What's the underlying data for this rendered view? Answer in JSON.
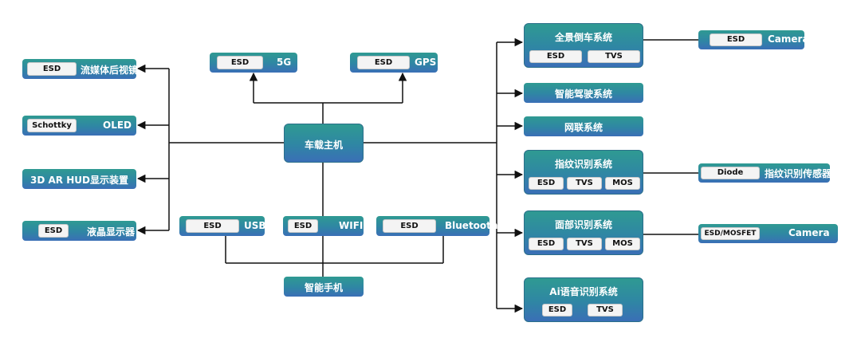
{
  "center": {
    "host": "车载主机",
    "phone": "智能手机"
  },
  "top": [
    {
      "chip": "ESD",
      "label": "5G"
    },
    {
      "chip": "ESD",
      "label": "GPS"
    }
  ],
  "left": [
    {
      "chip": "ESD",
      "label": "流媒体后视镜"
    },
    {
      "chip": "Schottky",
      "label": "OLED"
    },
    {
      "label": "3D AR HUD显示装置"
    },
    {
      "chip": "ESD",
      "label": "液晶显示器"
    }
  ],
  "bottom": [
    {
      "chip": "ESD",
      "label": "USB"
    },
    {
      "chip": "ESD",
      "label": "WIFI"
    },
    {
      "chip": "ESD",
      "label": "Bluetooth"
    }
  ],
  "right": [
    {
      "title": "全景倒车系统",
      "chips": [
        "ESD",
        "TVS"
      ]
    },
    {
      "title": "智能驾驶系统"
    },
    {
      "title": "网联系统"
    },
    {
      "title": "指纹识别系统",
      "chips": [
        "ESD",
        "TVS",
        "MOS"
      ]
    },
    {
      "title": "面部识别系统",
      "chips": [
        "ESD",
        "TVS",
        "MOS"
      ]
    },
    {
      "title": "Ai语音识别系统",
      "chips": [
        "ESD",
        "TVS"
      ]
    }
  ],
  "far_right": [
    {
      "chip": "ESD",
      "label": "Camera"
    },
    {
      "chip": "Diode",
      "label": "指纹识别传感器"
    },
    {
      "chip": "ESD/MOSFET",
      "label": "Camera"
    }
  ],
  "colors": {
    "node_top": "#2f9a92",
    "node_bottom": "#3a6fb6",
    "wire": "#111111"
  }
}
